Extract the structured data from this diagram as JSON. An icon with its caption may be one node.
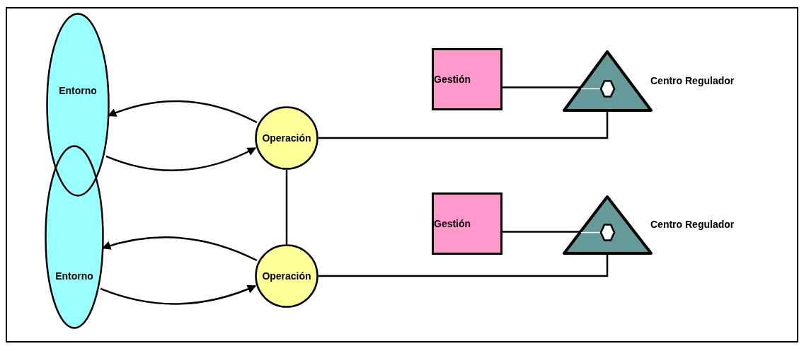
{
  "diagram": {
    "nodes": [
      {
        "text": [
          "Entorno"
        ]
      },
      {
        "text": [
          "Entorno"
        ]
      },
      {
        "text": [
          "Operación"
        ]
      },
      {
        "text": [
          "Operación"
        ]
      },
      {
        "text": [
          "Gestión"
        ]
      },
      {
        "text": [
          "Centro Regulador"
        ]
      },
      {
        "text": [
          "Gestión"
        ]
      },
      {
        "text": [
          "Centro Regulador"
        ]
      }
    ],
    "edges": [
      {
        "from": 2,
        "to": 0,
        "arrow": "to"
      },
      {
        "from": 0,
        "to": 2,
        "arrow": "to"
      },
      {
        "from": 2,
        "to": 3,
        "arrow": "none"
      },
      {
        "from": 2,
        "to": 5,
        "arrow": "none"
      },
      {
        "from": 4,
        "to": 5,
        "arrow": "none"
      },
      {
        "from": 3,
        "to": 1,
        "arrow": "to"
      },
      {
        "from": 1,
        "to": 3,
        "arrow": "to"
      },
      {
        "from": 3,
        "to": 7,
        "arrow": "none"
      },
      {
        "from": 6,
        "to": 7,
        "arrow": "none"
      }
    ]
  }
}
